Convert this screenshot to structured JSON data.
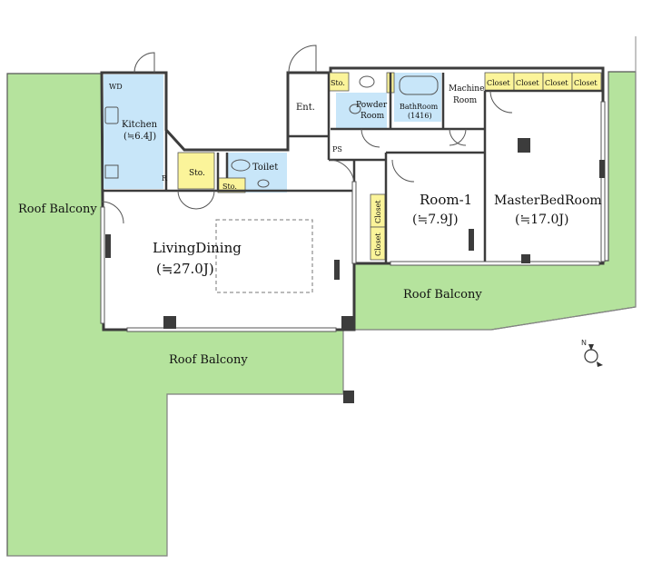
{
  "balconies": {
    "west": "Roof Balcony",
    "south": "Roof Balcony",
    "east": "Roof Balcony"
  },
  "rooms": {
    "living_dining": {
      "name": "LivingDining",
      "size": "(≒27.0J)"
    },
    "kitchen": {
      "name": "Kitchen",
      "size": "(≒6.4J)"
    },
    "room1": {
      "name": "Room-1",
      "size": "(≒7.9J)"
    },
    "master": {
      "name": "MasterBedRoom",
      "size": "(≒17.0J)"
    },
    "powder": {
      "name_line1": "Powder",
      "name_line2": "Room"
    },
    "bath": {
      "name": "BathRoom",
      "size": "(1416)"
    },
    "machine": {
      "name_line1": "Machine",
      "name_line2": "Room"
    },
    "toilet": "Toilet",
    "entrance": "Ent."
  },
  "labels": {
    "wd": "WD",
    "fridge": "R",
    "ps": "PS",
    "storage": "Sto.",
    "closet": "Closet"
  },
  "colors": {
    "balcony": "#b5e39d",
    "wet_area": "#c8e6f9",
    "storage": "#fbf49a",
    "wall": "#3c3c3c",
    "floor": "#ffffff"
  },
  "icons": {
    "compass": "north-arrow-icon"
  }
}
